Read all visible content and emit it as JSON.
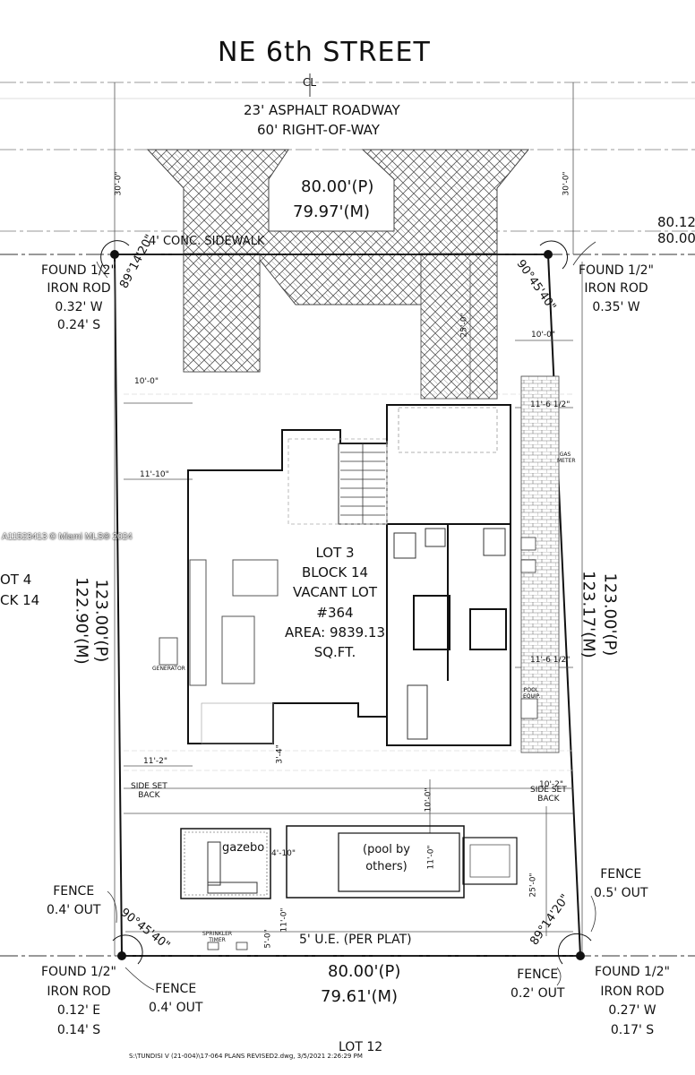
{
  "street_name": "NE 6th STREET",
  "centerline_mark": "CL",
  "roadway": "23' ASPHALT ROADWAY",
  "right_of_way": "60' RIGHT-OF-WAY",
  "north_dim_plat": "80.00'(P)",
  "north_dim_measured": "79.97'(M)",
  "dim_30_left": "30'-0\"",
  "dim_30_right": "30'-0\"",
  "adjacent_dim_1": "80.12",
  "adjacent_dim_2": "80.00",
  "sidewalk": "4' CONC. SIDEWALK",
  "nw_corner": {
    "title": "FOUND 1/2\"",
    "item": "IRON ROD",
    "offset1": "0.32' W",
    "offset2": "0.24' S",
    "angle": "89°14'20\""
  },
  "ne_corner": {
    "title": "FOUND 1/2\"",
    "item": "IRON ROD",
    "offset1": "0.35' W",
    "angle": "90°45'40\""
  },
  "setbacks": {
    "front": "25'-0\"",
    "drive": "10'-0\"",
    "left_top": "10'-0\"",
    "right_top": "11'-6 1/2\"",
    "left_mid": "11'-10\"",
    "right_mid": "11'-6 1/2\"",
    "left_low": "11'-2\"",
    "right_low": "10'-2\"",
    "bottom_side": "3'-4\"",
    "rear_a": "10'-0\"",
    "rear_b": "11'-0\"",
    "rear_c": "25'-0\"",
    "rear_d": "11'-0\"",
    "rear_e": "5'-0\"",
    "gazebo_gap": "4'-10\""
  },
  "lot_info": {
    "lot": "LOT 3",
    "block": "BLOCK 14",
    "status": "VACANT LOT",
    "number": "#364",
    "area": "AREA: 9839.13",
    "unit": "SQ.FT."
  },
  "adjacent_lot": {
    "lot": "OT 4",
    "block": "CK 14"
  },
  "west_dim_plat": "123.00'(P)",
  "west_dim_measured": "122.90'(M)",
  "east_dim_plat": "123.00'(P)",
  "east_dim_measured": "123.17'(M)",
  "equipment": {
    "generator": "GENERATOR",
    "gas_meter": "GAS METER",
    "pool_equip": "POOL EQUIP."
  },
  "side_setback_left": {
    "line1": "SIDE SET",
    "line2": "BACK"
  },
  "side_setback_right": {
    "line1": "SIDE SET",
    "line2": "BACK"
  },
  "gazebo": "gazebo",
  "pool": {
    "line1": "(pool by",
    "line2": "others)"
  },
  "fence_left_top": {
    "label": "FENCE",
    "value": "0.4' OUT"
  },
  "fence_right_top": {
    "label": "FENCE",
    "value": "0.5' OUT"
  },
  "sw_angle": "90°45'40\"",
  "se_angle": "89°14'20\"",
  "easement": "5' U.E. (PER PLAT)",
  "sprinkler": {
    "line1": "SPRINKLER",
    "line2": "TIMER"
  },
  "south_dim_plat": "80.00'(P)",
  "south_dim_measured": "79.61'(M)",
  "sw_corner": {
    "title": "FOUND 1/2\"",
    "item": "IRON ROD",
    "offset1": "0.12' E",
    "offset2": "0.14' S"
  },
  "se_corner": {
    "title": "FOUND 1/2\"",
    "item": "IRON ROD",
    "offset1": "0.27' W",
    "offset2": "0.17' S"
  },
  "fence_left_bottom": {
    "label": "FENCE",
    "value": "0.4' OUT"
  },
  "fence_right_bottom": {
    "label": "FENCE",
    "value": "0.2' OUT"
  },
  "file_path": "S:\\TUNDISI V (21-004)\\17-064 PLANS REVISED2.dwg, 3/5/2021 2:26:29 PM",
  "lot_south": "LOT 12",
  "watermark": "A11523413 © Miami MLS® 2024"
}
